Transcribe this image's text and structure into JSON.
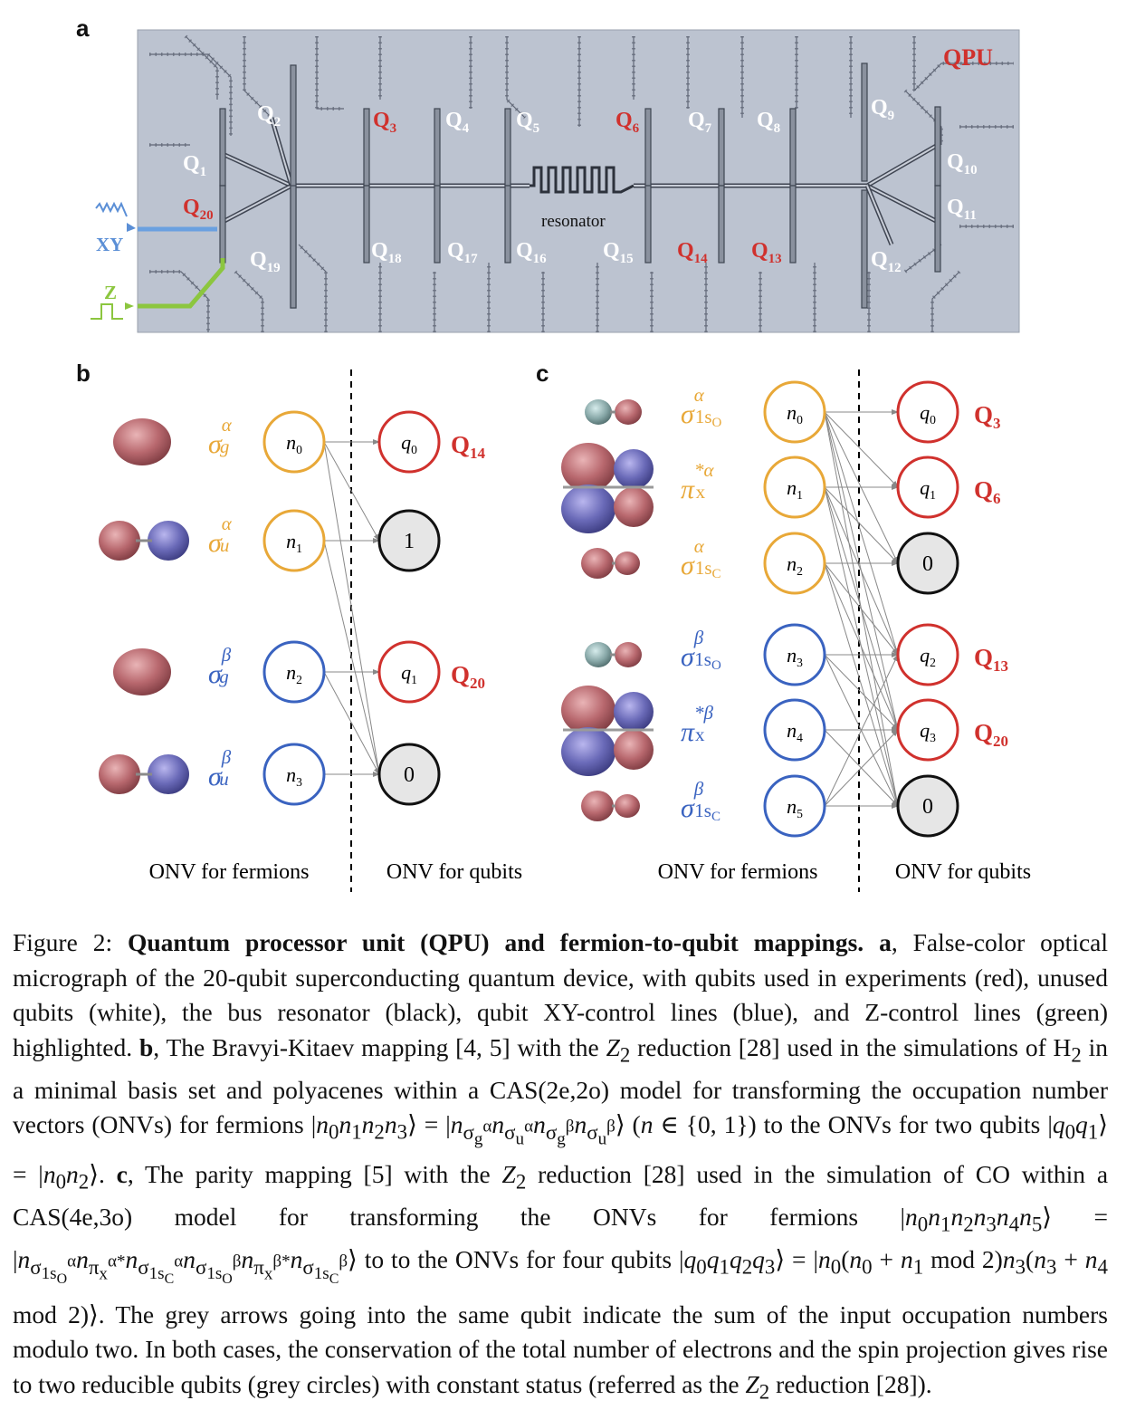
{
  "panels": {
    "a": "a",
    "b": "b",
    "c": "c"
  },
  "colors": {
    "used": "#d0312d",
    "unused": "#ffffff",
    "xy": "#5b8fd6",
    "z": "#8cc63f",
    "alpha": "#e8a838",
    "beta": "#3a63c0",
    "qubit_circle": "#d0312d",
    "chip_bg": "#bcc3d0",
    "lobe_red": "#b8686e",
    "lobe_blue": "#6a6ab8",
    "atom_teal": "#86a6a6"
  },
  "panel_a": {
    "qpu_label": "QPU",
    "resonator_label": "resonator",
    "xy_label": "XY",
    "z_label": "Z",
    "qubits": [
      {
        "label": "Q",
        "sub": "1",
        "used": false
      },
      {
        "label": "Q",
        "sub": "2",
        "used": false
      },
      {
        "label": "Q",
        "sub": "3",
        "used": true
      },
      {
        "label": "Q",
        "sub": "4",
        "used": false
      },
      {
        "label": "Q",
        "sub": "5",
        "used": false
      },
      {
        "label": "Q",
        "sub": "6",
        "used": true
      },
      {
        "label": "Q",
        "sub": "7",
        "used": false
      },
      {
        "label": "Q",
        "sub": "8",
        "used": false
      },
      {
        "label": "Q",
        "sub": "9",
        "used": false
      },
      {
        "label": "Q",
        "sub": "10",
        "used": false
      },
      {
        "label": "Q",
        "sub": "11",
        "used": false
      },
      {
        "label": "Q",
        "sub": "12",
        "used": false
      },
      {
        "label": "Q",
        "sub": "13",
        "used": true
      },
      {
        "label": "Q",
        "sub": "14",
        "used": true
      },
      {
        "label": "Q",
        "sub": "15",
        "used": false
      },
      {
        "label": "Q",
        "sub": "16",
        "used": false
      },
      {
        "label": "Q",
        "sub": "17",
        "used": false
      },
      {
        "label": "Q",
        "sub": "18",
        "used": false
      },
      {
        "label": "Q",
        "sub": "19",
        "used": false
      },
      {
        "label": "Q",
        "sub": "20",
        "used": true
      }
    ]
  },
  "panel_b": {
    "orbitals": [
      {
        "sym": "σ",
        "sub": "g",
        "sup": "α",
        "spin": "alpha",
        "shape": "single"
      },
      {
        "sym": "σ",
        "sub": "u",
        "sup": "α",
        "spin": "alpha",
        "shape": "double"
      },
      {
        "sym": "σ",
        "sub": "g",
        "sup": "β",
        "spin": "beta",
        "shape": "single"
      },
      {
        "sym": "σ",
        "sub": "u",
        "sup": "β",
        "spin": "beta",
        "shape": "double"
      }
    ],
    "fermions": [
      {
        "n": "n",
        "sub": "0"
      },
      {
        "n": "n",
        "sub": "1"
      },
      {
        "n": "n",
        "sub": "2"
      },
      {
        "n": "n",
        "sub": "3"
      }
    ],
    "qubits": [
      {
        "kind": "q",
        "text": "q",
        "sub": "0",
        "chip": "Q",
        "chip_sub": "14"
      },
      {
        "kind": "const",
        "text": "1"
      },
      {
        "kind": "q",
        "text": "q",
        "sub": "1",
        "chip": "Q",
        "chip_sub": "20"
      },
      {
        "kind": "const",
        "text": "0"
      }
    ],
    "footer_left": "ONV for fermions",
    "footer_right": "ONV for qubits"
  },
  "panel_c": {
    "orbitals": [
      {
        "sym": "σ",
        "sub": "1s",
        "subsub": "O",
        "sup": "α",
        "spin": "alpha"
      },
      {
        "sym": "π",
        "sub": "x",
        "subsub": "",
        "sup": "*α",
        "spin": "alpha"
      },
      {
        "sym": "σ",
        "sub": "1s",
        "subsub": "C",
        "sup": "α",
        "spin": "alpha"
      },
      {
        "sym": "σ",
        "sub": "1s",
        "subsub": "O",
        "sup": "β",
        "spin": "beta"
      },
      {
        "sym": "π",
        "sub": "x",
        "subsub": "",
        "sup": "*β",
        "spin": "beta"
      },
      {
        "sym": "σ",
        "sub": "1s",
        "subsub": "C",
        "sup": "β",
        "spin": "beta"
      }
    ],
    "fermions": [
      {
        "n": "n",
        "sub": "0"
      },
      {
        "n": "n",
        "sub": "1"
      },
      {
        "n": "n",
        "sub": "2"
      },
      {
        "n": "n",
        "sub": "3"
      },
      {
        "n": "n",
        "sub": "4"
      },
      {
        "n": "n",
        "sub": "5"
      }
    ],
    "qubits": [
      {
        "kind": "q",
        "text": "q",
        "sub": "0",
        "chip": "Q",
        "chip_sub": "3"
      },
      {
        "kind": "q",
        "text": "q",
        "sub": "1",
        "chip": "Q",
        "chip_sub": "6"
      },
      {
        "kind": "const",
        "text": "0"
      },
      {
        "kind": "q",
        "text": "q",
        "sub": "2",
        "chip": "Q",
        "chip_sub": "13"
      },
      {
        "kind": "q",
        "text": "q",
        "sub": "3",
        "chip": "Q",
        "chip_sub": "20"
      },
      {
        "kind": "const",
        "text": "0"
      }
    ],
    "footer_left": "ONV for fermions",
    "footer_right": "ONV for qubits"
  },
  "caption": {
    "figure": "Figure 2:",
    "title": "Quantum processor unit (QPU) and fermion-to-qubit mappings.",
    "a_tag": "a",
    "a_text": ", False-color optical micrograph of the 20-qubit superconducting quantum device, with qubits used in experiments (red), unused qubits (white), the bus resonator (black), qubit XY-control lines (blue), and Z-control lines (green) highlighted.",
    "b_tag": "b",
    "b_text_1": ", The Bravyi-Kitaev mapping [4, 5] with the",
    "b_text_2": "reduction [28] used in the simulations of H",
    "b_text_3": "in a minimal basis set and polyacenes within a CAS(2e,2o) model for transforming the occupation number vectors (ONVs) for fermions",
    "b_text_4": "to the ONVs for two qubits",
    "c_tag": "c",
    "c_text_1": ", The parity mapping [5] with the",
    "c_text_2": "reduction [28] used in the simulation of CO within a CAS(4e,3o) model for transforming the ONVs for fermions",
    "c_text_3": "to the ONVs for four qubits",
    "c_text_4": ". The grey arrows going into the same qubit indicate the sum of the input occupation numbers modulo two. In both cases, the conservation of the total number of electrons and the spin projection gives rise to two reducible qubits (grey circles) with constant status (referred as the",
    "c_text_5": "reduction [28])."
  }
}
